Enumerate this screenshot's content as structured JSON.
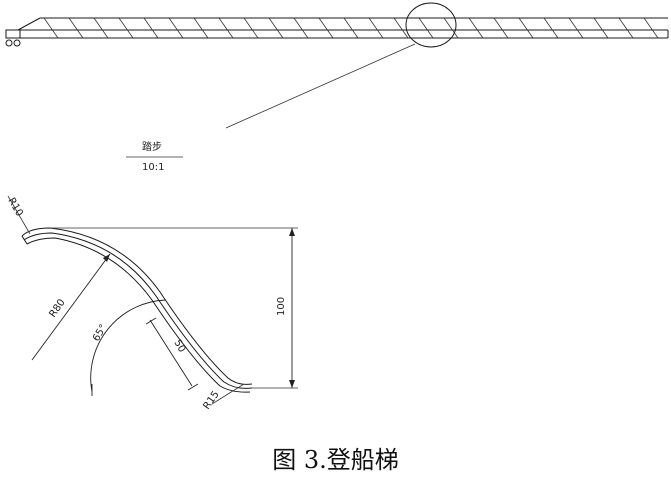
{
  "detail": {
    "name": "踏步",
    "scale": "10:1"
  },
  "dimensions": {
    "r10": "R10",
    "r80": "R80",
    "r15": "R15",
    "angle": "65°",
    "length": "50",
    "height": "100"
  },
  "caption": "图 3.登船梯"
}
